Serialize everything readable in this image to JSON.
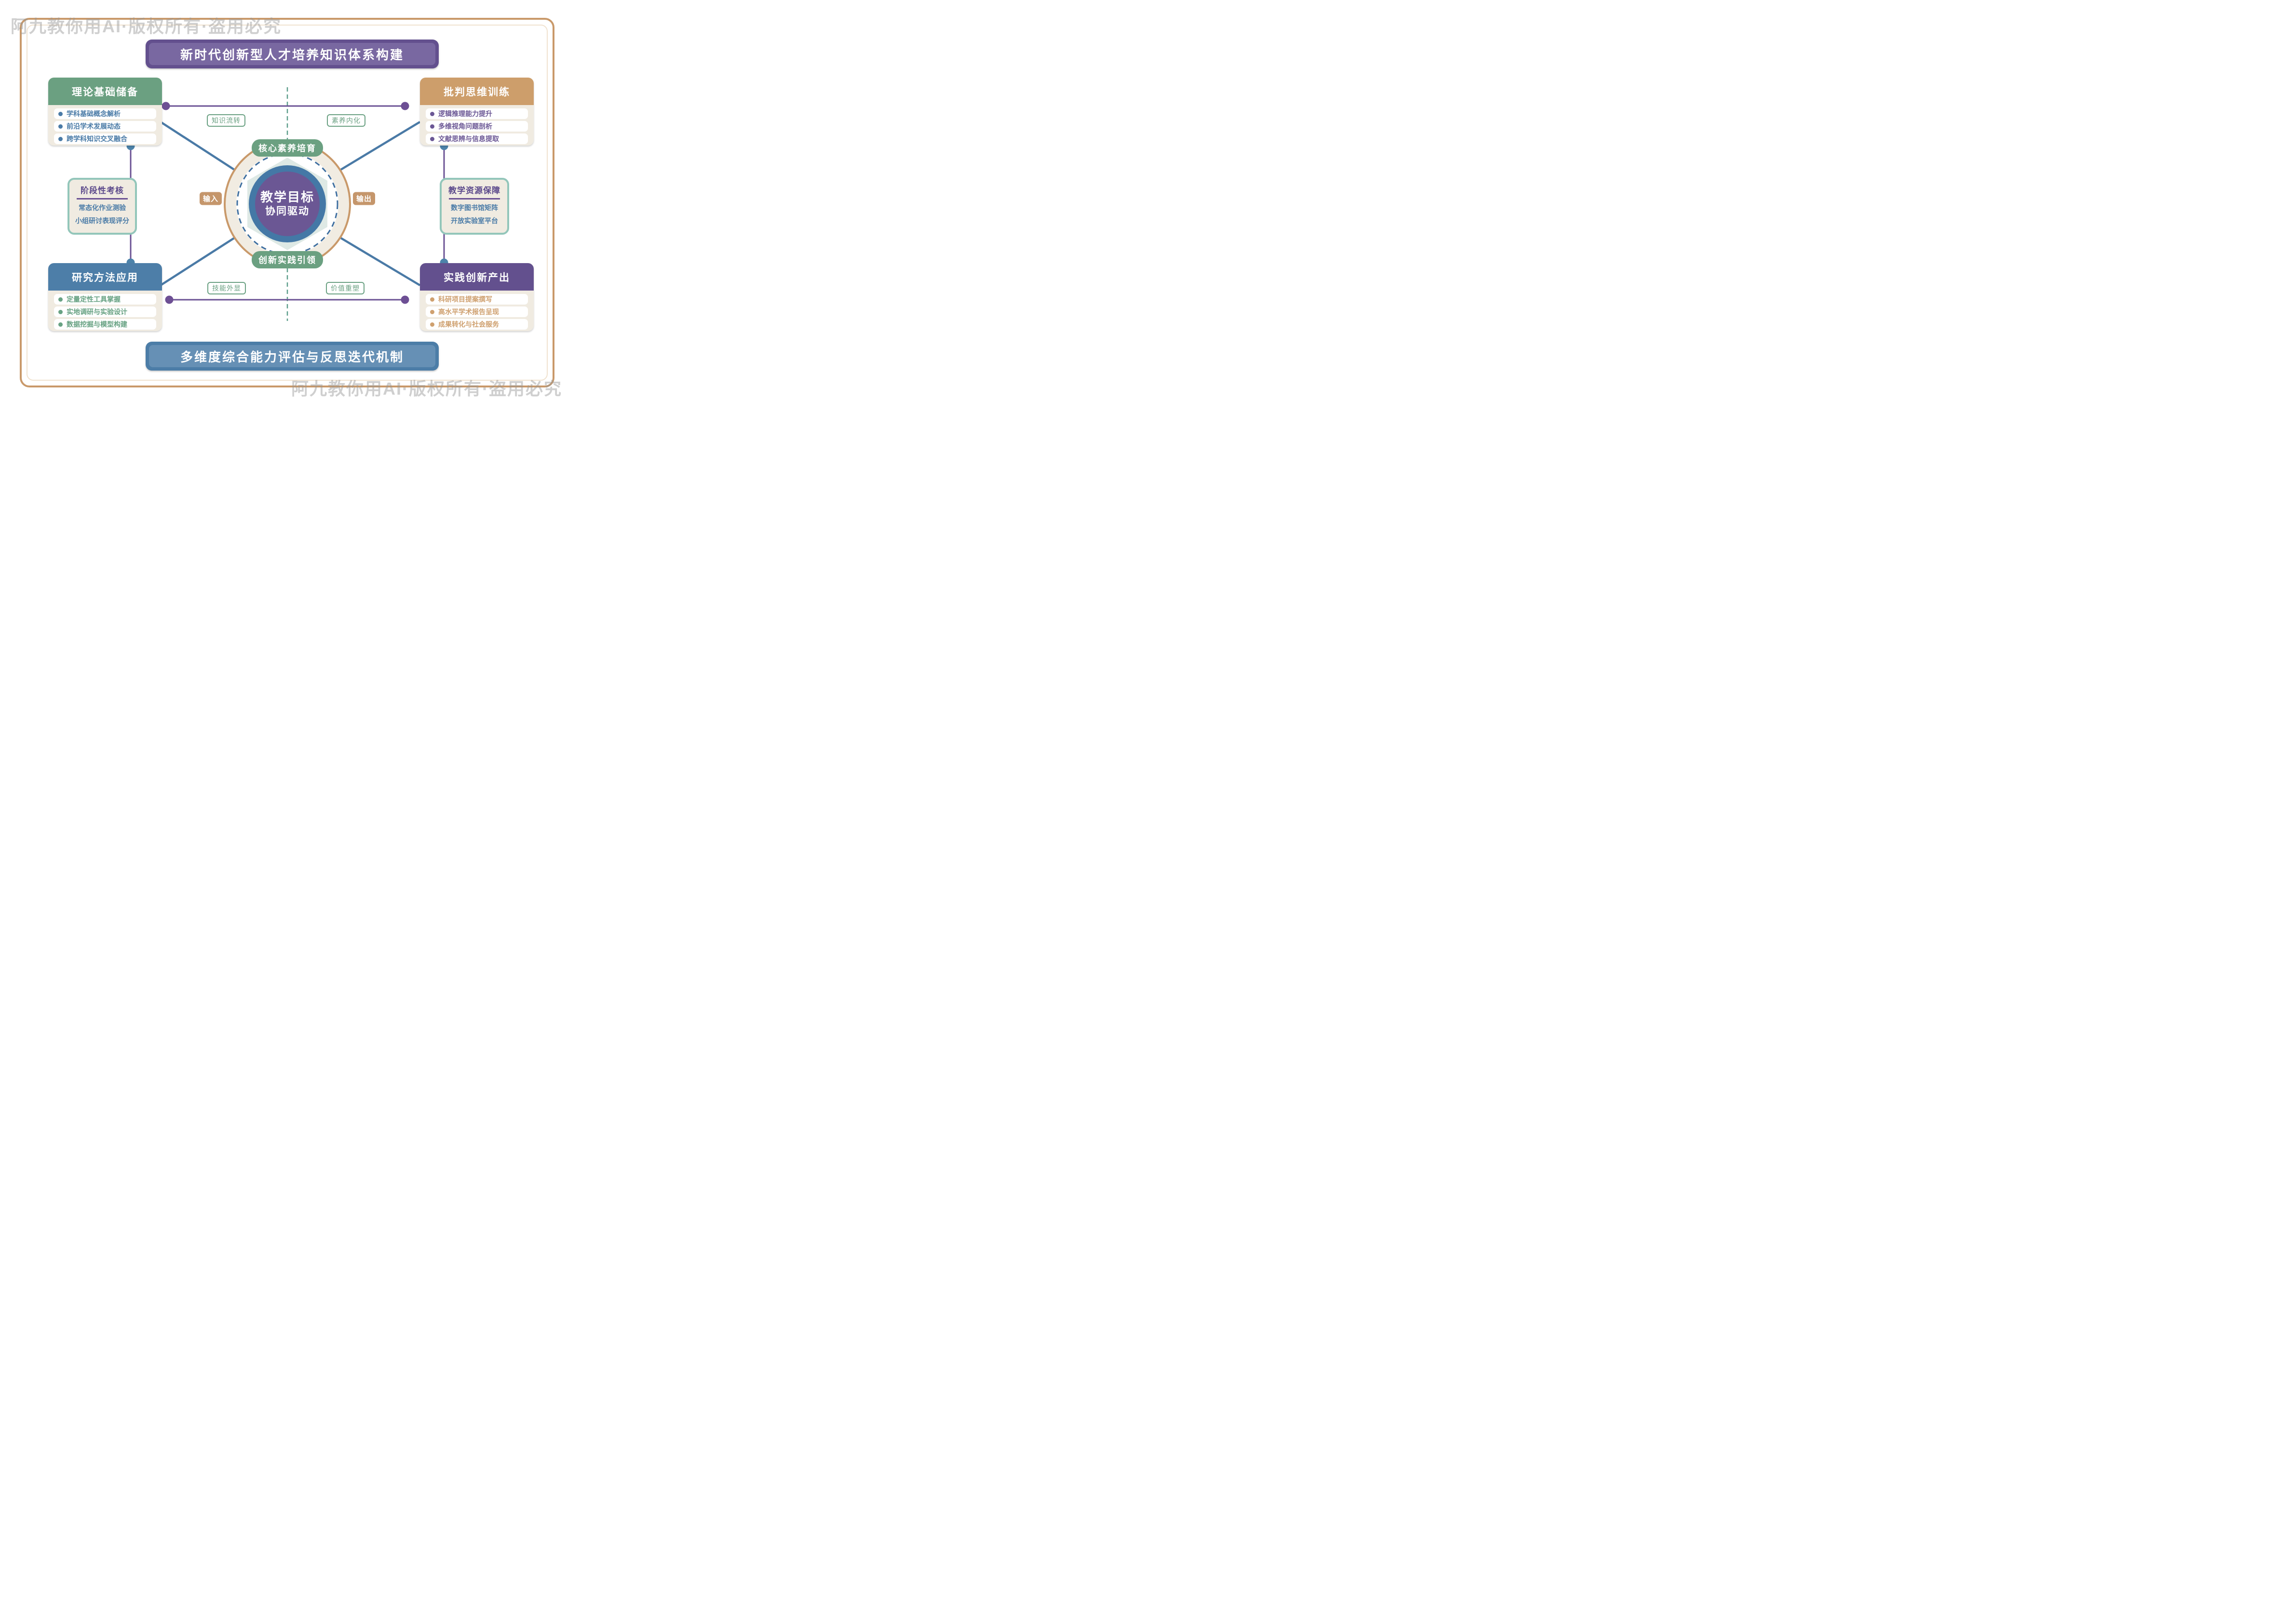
{
  "watermarks": {
    "top": "阿九教你用AI·版权所有·盗用必究",
    "bottom": "阿九教你用AI·版权所有·盗用必究"
  },
  "banners": {
    "top": "新时代创新型人才培养知识体系构建",
    "bottom": "多维度综合能力评估与反思迭代机制"
  },
  "corner_cards": {
    "top_left": {
      "title": "理论基础储备",
      "items": [
        "学科基础概念解析",
        "前沿学术发展动态",
        "跨学科知识交叉融合"
      ]
    },
    "top_right": {
      "title": "批判思维训练",
      "items": [
        "逻辑推理能力提升",
        "多维视角问题剖析",
        "文献思辨与信息提取"
      ]
    },
    "bottom_left": {
      "title": "研究方法应用",
      "items": [
        "定量定性工具掌握",
        "实地调研与实验设计",
        "数据挖掘与模型构建"
      ]
    },
    "bottom_right": {
      "title": "实践创新产出",
      "items": [
        "科研项目提案撰写",
        "高水平学术报告呈现",
        "成果转化与社会服务"
      ]
    }
  },
  "side_cards": {
    "left": {
      "title": "阶段性考核",
      "lines": [
        "常态化作业测验",
        "小组研讨表现评分"
      ]
    },
    "right": {
      "title": "教学资源保障",
      "lines": [
        "数字图书馆矩阵",
        "开放实验室平台"
      ]
    }
  },
  "center": {
    "title_line1": "教学目标",
    "title_line2": "协同驱动",
    "pill_top": "核心素养培育",
    "pill_bottom": "创新实践引领",
    "pill_left": "输入",
    "pill_right": "输出"
  },
  "edge_labels": {
    "top_left": "知识流转",
    "top_right": "素养内化",
    "bottom_left": "技能外显",
    "bottom_right": "价值重塑"
  },
  "colors": {
    "frame_tan": "#c9996a",
    "purple_dark": "#63508e",
    "purple_panel": "#7968a1",
    "purple_text": "#6b5795",
    "purple_line": "#6b5294",
    "blue_header": "#4d7ea8",
    "blue_panel": "#6690b5",
    "blue_text": "#4a7ba7",
    "blue_circle": "#4478a6",
    "green_header": "#6ba081",
    "green_text": "#68a283",
    "tan_header": "#cd9e6b",
    "tan_text": "#cfa06f",
    "cream_bg": "#f0ebe1",
    "hexagon": "#dee9e5",
    "dashed_teal": "#5f9f8d",
    "dashed_blue": "#3f6fa0",
    "watermark_gray": "#949494"
  }
}
